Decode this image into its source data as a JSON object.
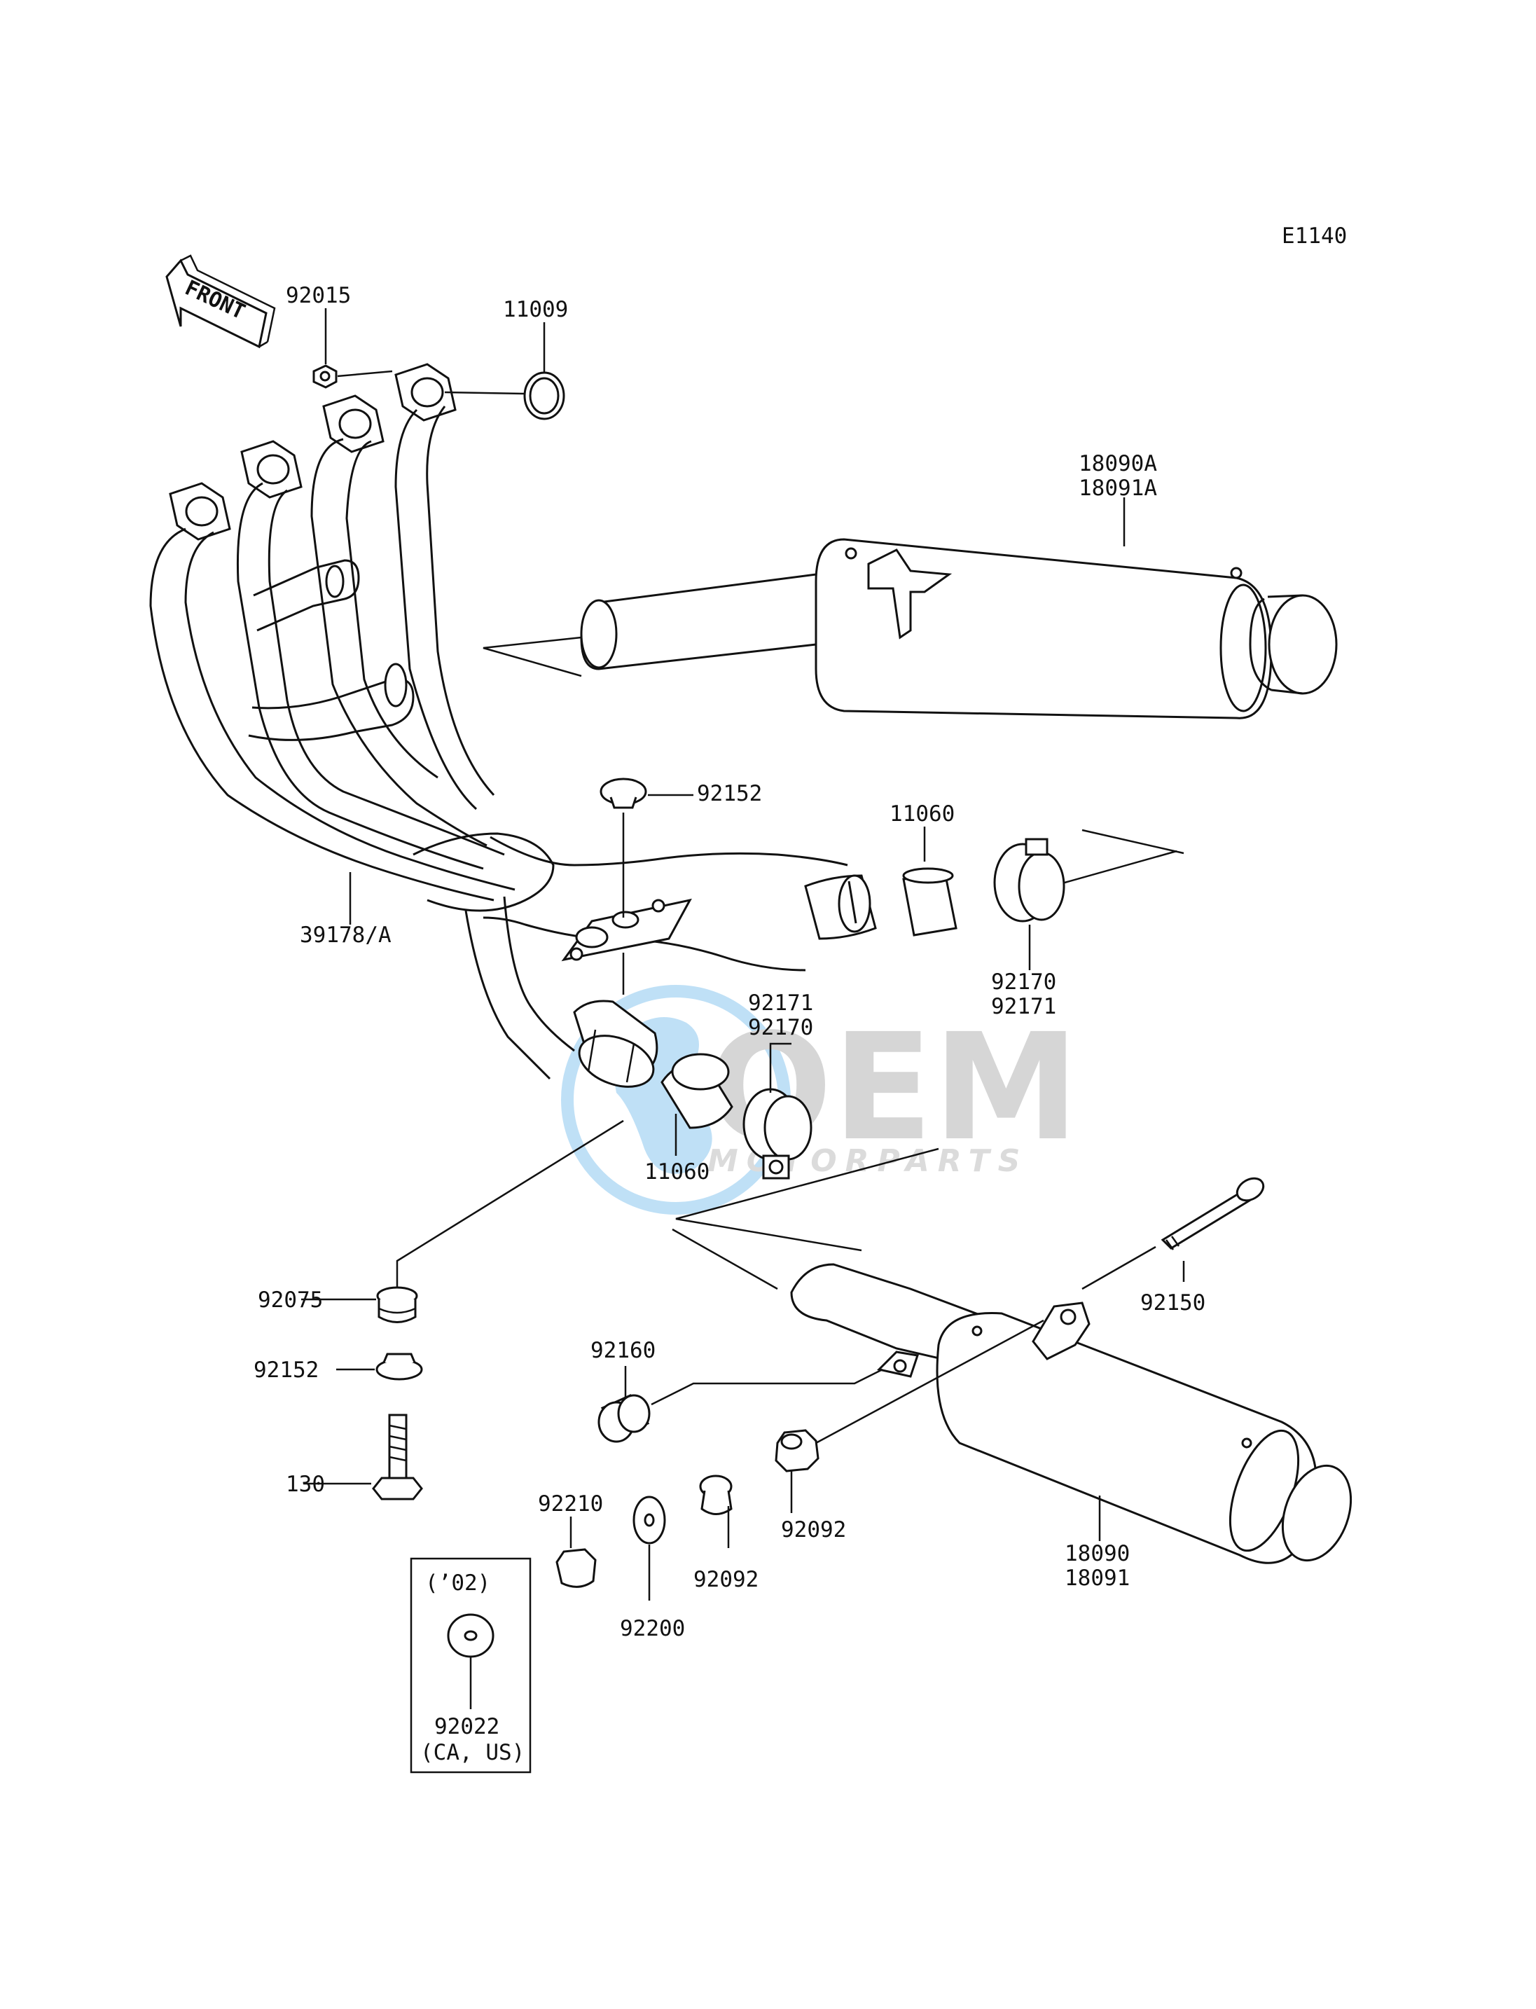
{
  "diagram": {
    "ref_code": "E1140",
    "front_label": "FRONT",
    "parts": {
      "p92015": "92015",
      "p11009": "11009",
      "p18090A": "18090A",
      "p18091A": "18091A",
      "p92152_top": "92152",
      "p11060_right": "11060",
      "p39178": "39178/A",
      "p92170_right": "92170",
      "p92171_right": "92171",
      "p92171_mid": "92171",
      "p92170_mid": "92170",
      "p11060_mid": "11060",
      "p92075": "92075",
      "p92150": "92150",
      "p92160": "92160",
      "p92152_left": "92152",
      "p130": "130",
      "p92210": "92210",
      "p92092_a": "92092",
      "p92092_b": "92092",
      "p18090": "18090",
      "p18091": "18091",
      "p92200": "92200",
      "p92022": "92022"
    },
    "inset": {
      "year": "(’02)",
      "region": "(CA, US)"
    },
    "watermark": {
      "brand": "OEM",
      "sub": "MOTORPARTS"
    }
  }
}
